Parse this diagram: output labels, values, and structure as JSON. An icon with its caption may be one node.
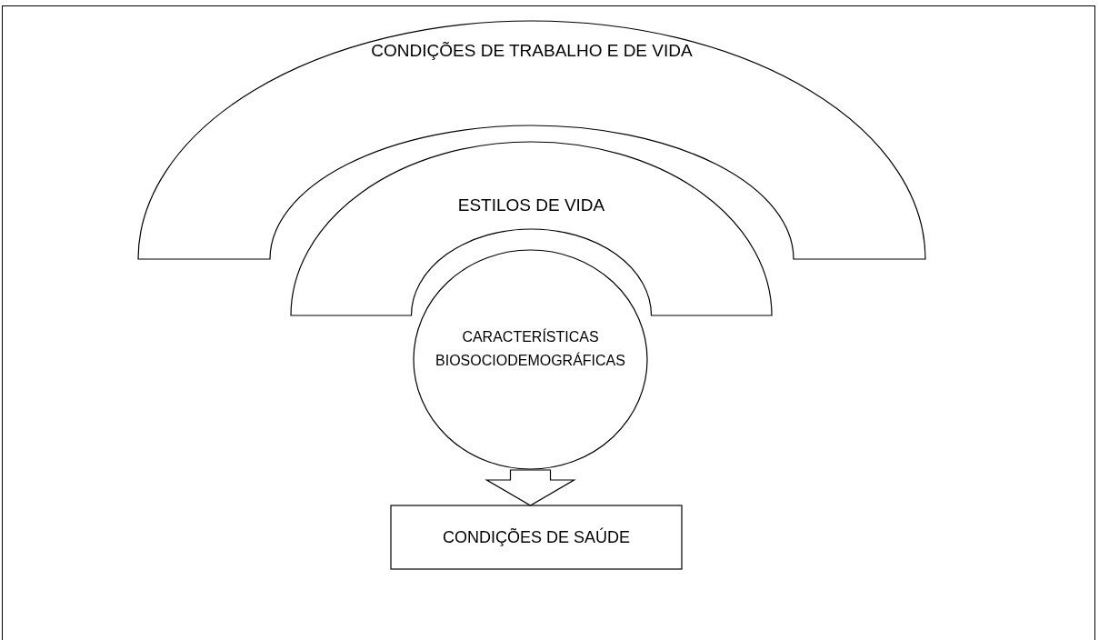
{
  "diagram": {
    "nodes": [
      {
        "text": [
          "CONDIÇÕES DE TRABALHO E DE VIDA"
        ]
      },
      {
        "text": [
          "ESTILOS DE VIDA"
        ]
      },
      {
        "text": [
          "CARACTERÍSTICAS BIOSOCIODEMOGRÁFICAS"
        ]
      },
      {
        "text": [
          "CONDIÇÕES DE SAÚDE"
        ]
      }
    ],
    "edges": [
      {
        "from": 2,
        "to": 3,
        "arrow": "to"
      }
    ]
  }
}
